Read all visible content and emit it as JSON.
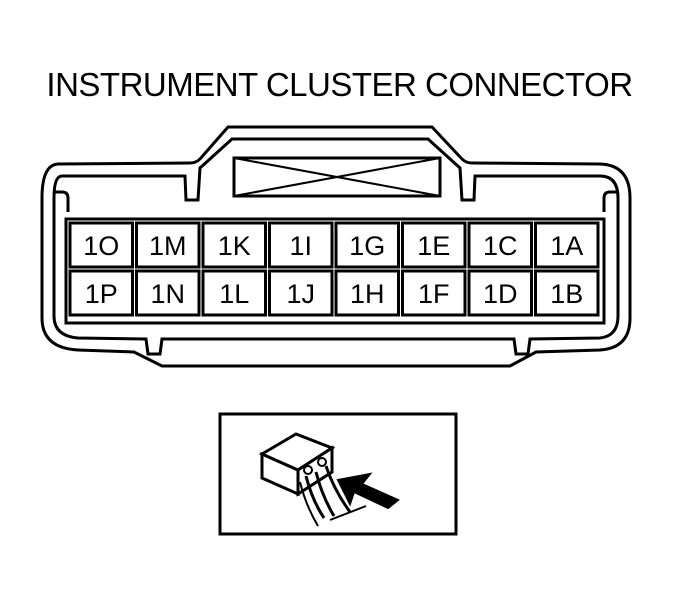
{
  "title": "INSTRUMENT CLUSTER CONNECTOR",
  "connector": {
    "rows": [
      [
        "1O",
        "1M",
        "1K",
        "1I",
        "1G",
        "1E",
        "1C",
        "1A"
      ],
      [
        "1P",
        "1N",
        "1L",
        "1J",
        "1H",
        "1F",
        "1D",
        "1B"
      ]
    ]
  },
  "colors": {
    "line": "#000000",
    "background": "#ffffff"
  },
  "icons": {
    "inset": "connector-terminal-side-view-icon",
    "arrow": "view-direction-arrow-icon"
  }
}
